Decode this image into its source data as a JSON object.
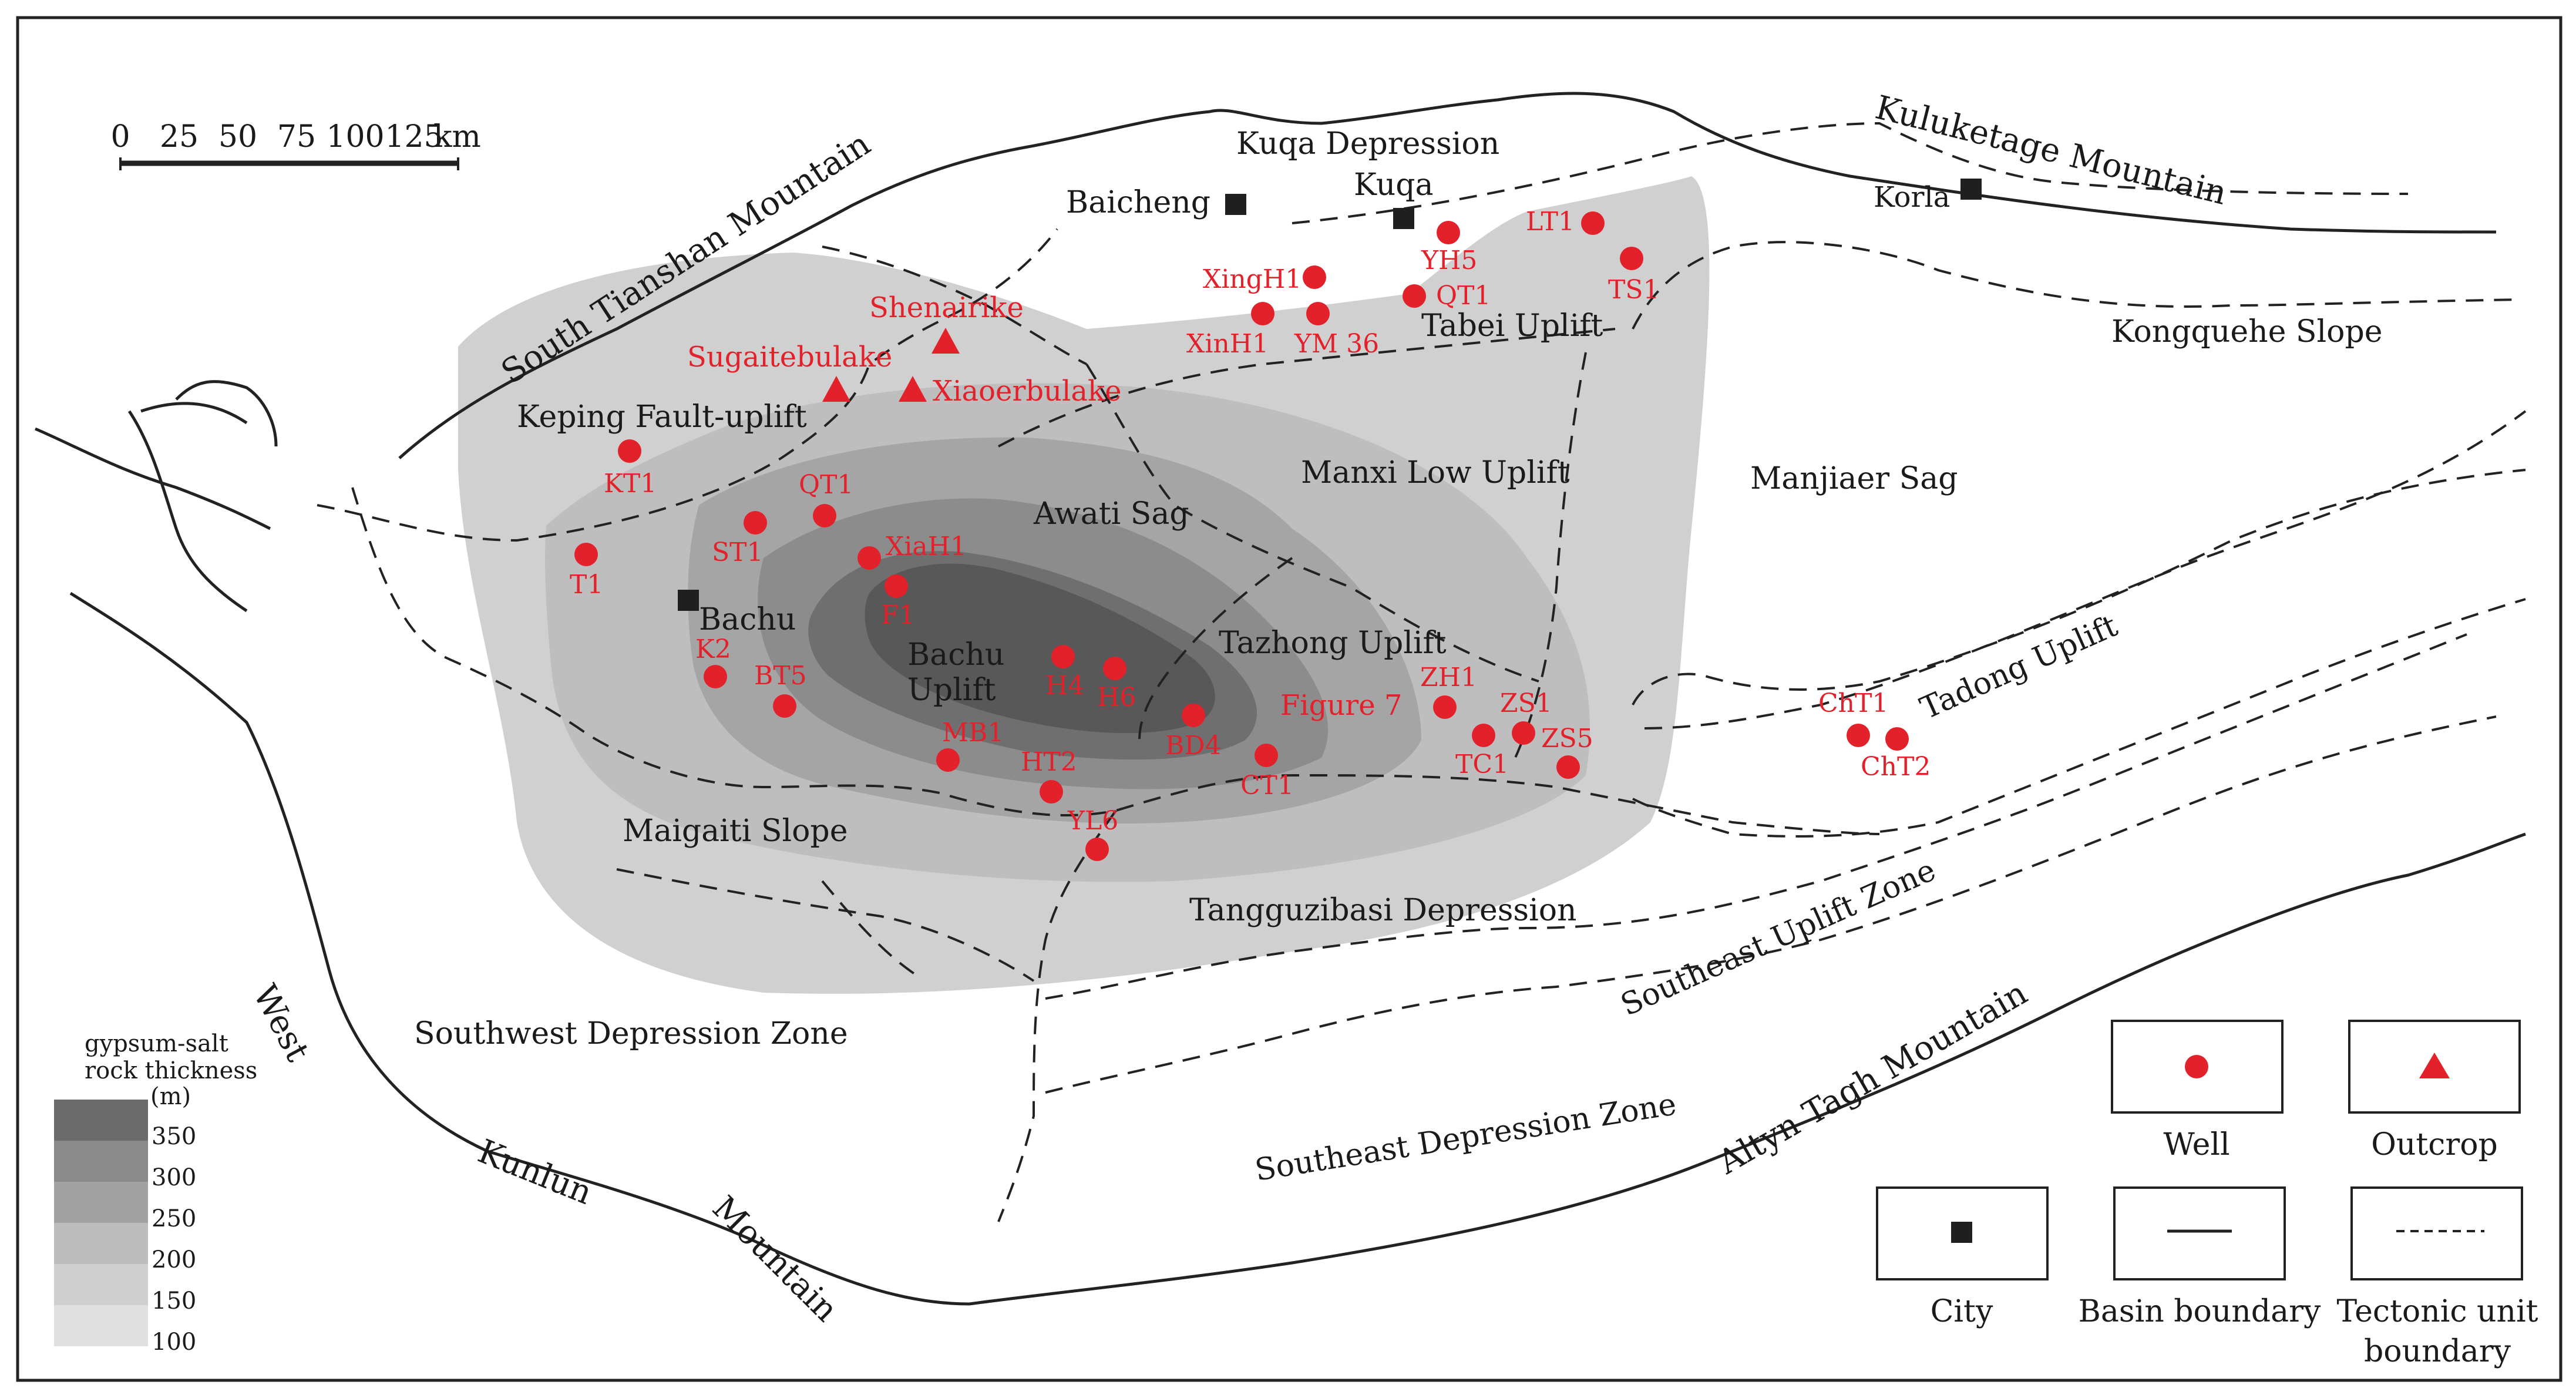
{
  "scale_bar": {
    "ticks": [
      "0",
      "25",
      "50",
      "75",
      "100",
      "125"
    ],
    "unit": "km"
  },
  "mountains": {
    "south_tianshan": "South Tianshan Mountain",
    "kuluketage": "Kuluketage Mountain",
    "altyn_tagh": "Altyn Tagh Mountain",
    "west": "West",
    "kunlun": "Kunlun",
    "mountain": "Mountain"
  },
  "units": {
    "kuqa_depression": "Kuqa Depression",
    "keping": "Keping Fault-uplift",
    "tabei": "Tabei Uplift",
    "kongquehe": "Kongquehe Slope",
    "manxi": "Manxi Low Uplift",
    "manjiaer": "Manjiaer Sag",
    "awati": "Awati Sag",
    "tazhong": "Tazhong Uplift",
    "bachu_uplift_1": "Bachu",
    "bachu_uplift_2": "Uplift",
    "tadong": "Tadong Uplift",
    "maigaiti": "Maigaiti Slope",
    "tangguzibasi": "Tangguzibasi Depression",
    "southwest": "Southwest Depression Zone",
    "southeast_uplift": "Southeast Uplift Zone",
    "southeast_depression": "Southeast Depression Zone",
    "figure7": "Figure 7"
  },
  "cities": {
    "baicheng": "Baicheng",
    "kuqa": "Kuqa",
    "korla": "Korla",
    "bachu": "Bachu"
  },
  "wells": {
    "LT1": "LT1",
    "TS1": "TS1",
    "YH5": "YH5",
    "QT1_north": "QT1",
    "XingH1": "XingH1",
    "XinH1": "XinH1",
    "YM36": "YM 36",
    "KT1": "KT1",
    "QT1": "QT1",
    "ST1": "ST1",
    "T1": "T1",
    "XiaH1": "XiaH1",
    "F1": "F1",
    "K2": "K2",
    "BT5": "BT5",
    "H4": "H4",
    "H6": "H6",
    "BD4": "BD4",
    "MB1": "MB1",
    "HT2": "HT2",
    "YL6": "YL6",
    "CT1": "CT1",
    "ZH1": "ZH1",
    "ZS1": "ZS1",
    "TC1": "TC1",
    "ZS5": "ZS5",
    "ChT1": "ChT1",
    "ChT2": "ChT2"
  },
  "outcrops": {
    "shenairike": "Shenairike",
    "sugaitebulake": "Sugaitebulake",
    "xiaoerbulake": "Xiaoerbulake"
  },
  "thickness_legend": {
    "title_1": "gypsum-salt",
    "title_2": "rock thickness",
    "unit": "(m)",
    "values": [
      "350",
      "300",
      "250",
      "200",
      "150",
      "100"
    ],
    "colors": [
      "#6b6b6b",
      "#8a8a8a",
      "#a2a2a2",
      "#bcbcbc",
      "#cfcfcf",
      "#e0e0e0"
    ]
  },
  "symbol_legend": {
    "well": "Well",
    "outcrop": "Outcrop",
    "city": "City",
    "basin_boundary": "Basin boundary",
    "tectonic_1": "Tectonic unit",
    "tectonic_2": "boundary"
  },
  "colors": {
    "well": "#e3212b",
    "outcrop": "#e3212b",
    "city": "#1f1f1f",
    "contour_100": "#d0d0d0",
    "contour_150": "#bebebe",
    "contour_200": "#a5a5a5",
    "contour_250": "#8c8c8c",
    "contour_300": "#6f6f6f",
    "contour_350": "#585858"
  }
}
